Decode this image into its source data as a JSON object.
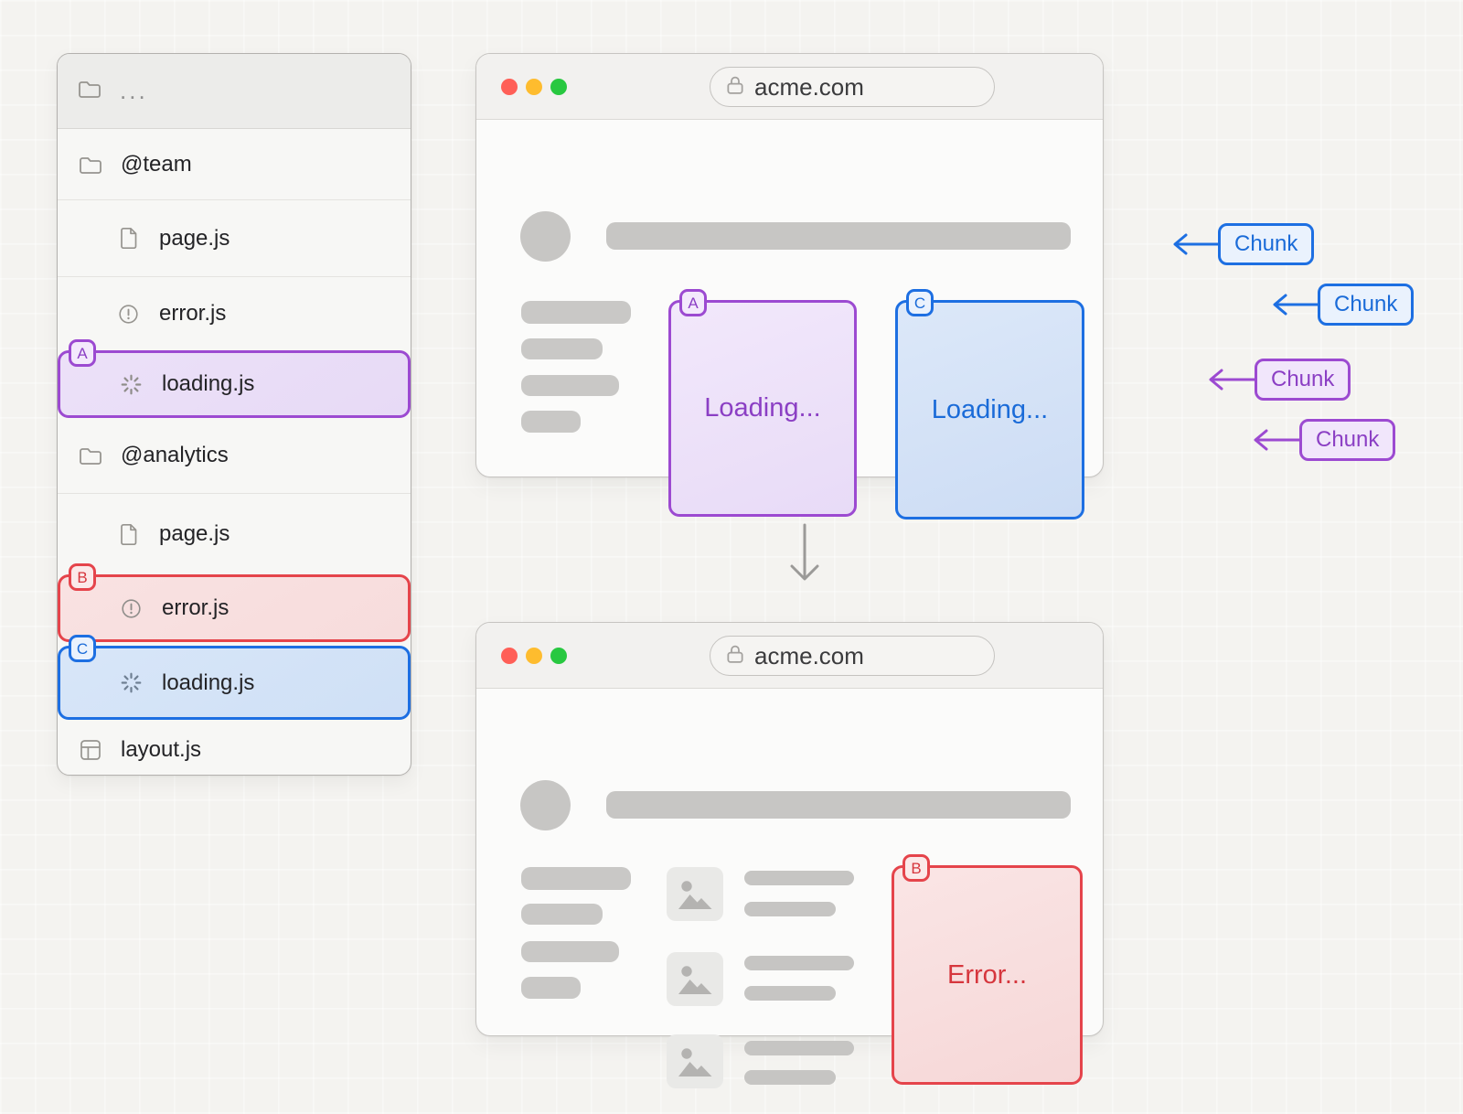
{
  "file_tree": {
    "header": {
      "label": "...",
      "icon": "folder-icon"
    },
    "items": [
      {
        "label": "@team",
        "icon": "folder-icon",
        "indent": 0
      },
      {
        "label": "page.js",
        "icon": "file-icon",
        "indent": 1
      },
      {
        "label": "error.js",
        "icon": "alert-icon",
        "indent": 1
      },
      {
        "label": "loading.js",
        "icon": "spinner-icon",
        "indent": 1,
        "highlight": "purple",
        "badge": "A"
      },
      {
        "label": "@analytics",
        "icon": "folder-icon",
        "indent": 0
      },
      {
        "label": "page.js",
        "icon": "file-icon",
        "indent": 1
      },
      {
        "label": "error.js",
        "icon": "alert-icon",
        "indent": 1,
        "highlight": "red",
        "badge": "B"
      },
      {
        "label": "loading.js",
        "icon": "spinner-icon",
        "indent": 1,
        "highlight": "blue",
        "badge": "C"
      },
      {
        "label": "layout.js",
        "icon": "layout-icon",
        "indent": 0
      }
    ]
  },
  "browser_loading": {
    "url": "acme.com",
    "panels": [
      {
        "badge": "A",
        "label": "Loading...",
        "color": "purple"
      },
      {
        "badge": "C",
        "label": "Loading...",
        "color": "blue"
      }
    ]
  },
  "browser_error": {
    "url": "acme.com",
    "panel": {
      "badge": "B",
      "label": "Error...",
      "color": "red"
    }
  },
  "chunks": [
    {
      "label": "Chunk",
      "color": "blue"
    },
    {
      "label": "Chunk",
      "color": "blue"
    },
    {
      "label": "Chunk",
      "color": "purple"
    },
    {
      "label": "Chunk",
      "color": "purple"
    }
  ],
  "colors": {
    "purple_border": "#9c4ad1",
    "purple_text": "#8b3fc4",
    "purple_box_bg_start": "#f2e8fb",
    "purple_box_bg_end": "#e8dbf7",
    "purple_row_bg": "#ece1f8",
    "purple_badge_bg": "#f3e9fc",
    "blue_border": "#1d6fe2",
    "blue_text": "#1a6bd8",
    "blue_box_bg_start": "#dce8f9",
    "blue_box_bg_end": "#ccdcf4",
    "blue_row_bg": "#cfe0f6",
    "blue_badge_bg": "#eaf2fd",
    "red_border": "#e5444b",
    "red_text": "#d6363d",
    "red_box_bg_start": "#fae5e5",
    "red_box_bg_end": "#f6d7d7",
    "red_row_bg": "#f7dcdc",
    "red_badge_bg": "#fbe9e9",
    "traffic_red": "#ff5f57",
    "traffic_yellow": "#febc2e",
    "traffic_green": "#28c840"
  }
}
